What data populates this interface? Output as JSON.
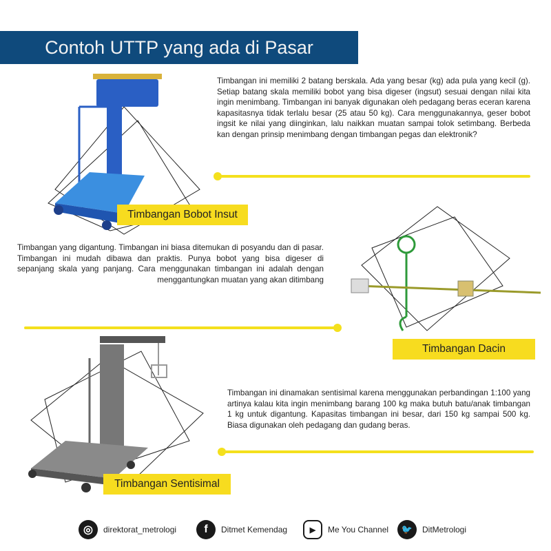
{
  "header": {
    "title": "Contoh UTTP yang ada di Pasar"
  },
  "sections": [
    {
      "label": "Timbangan Bobot Insut",
      "text": "Timbangan ini memiliki 2 batang berskala. Ada yang besar (kg) ada pula yang kecil (g). Setiap batang skala memiliki bobot yang bisa digeser (ingsut) sesuai dengan nilai kita ingin menimbang. Timbangan ini banyak digunakan oleh pedagang beras eceran karena kapasitasnya tidak terlalu besar (25 atau 50 kg). Cara menggunakannya, geser bobot ingsit ke nilai yang diinginkan, lalu naikkan muatan sampai tolok setimbang. Berbeda kan dengan prinsip menimbang dengan timbangan pegas dan elektronik?"
    },
    {
      "label": "Timbangan Dacin",
      "text": "Timbangan yang digantung. Timbangan ini biasa ditemukan di posyandu dan di pasar. Timbangan ini mudah dibawa dan praktis. Punya bobot yang bisa digeser di sepanjang skala yang panjang. Cara menggunakan timbangan ini adalah dengan menggantungkan muatan yang akan ditimbang"
    },
    {
      "label": "Timbangan Sentisimal",
      "text": "Timbangan ini dinamakan sentisimal karena menggunakan perbandingan 1:100 yang artinya kalau kita ingin menimbang barang 100 kg maka butuh batu/anak timbangan 1 kg untuk digantung. Kapasitas timbangan ini besar, dari 150 kg sampai 500 kg. Biasa digunakan oleh pedagang dan gudang beras."
    }
  ],
  "footer": [
    {
      "icon": "instagram-icon",
      "glyph": "◎",
      "label": "direktorat_metrologi"
    },
    {
      "icon": "facebook-icon",
      "glyph": "f",
      "label": "Ditmet Kemendag"
    },
    {
      "icon": "youtube-icon",
      "glyph": "▶",
      "label": "Me You Channel"
    },
    {
      "icon": "twitter-icon",
      "glyph": "🐦",
      "label": "DitMetrologi"
    }
  ],
  "colors": {
    "navy": "#0f4a7c",
    "yellow": "#f7dc1f"
  }
}
